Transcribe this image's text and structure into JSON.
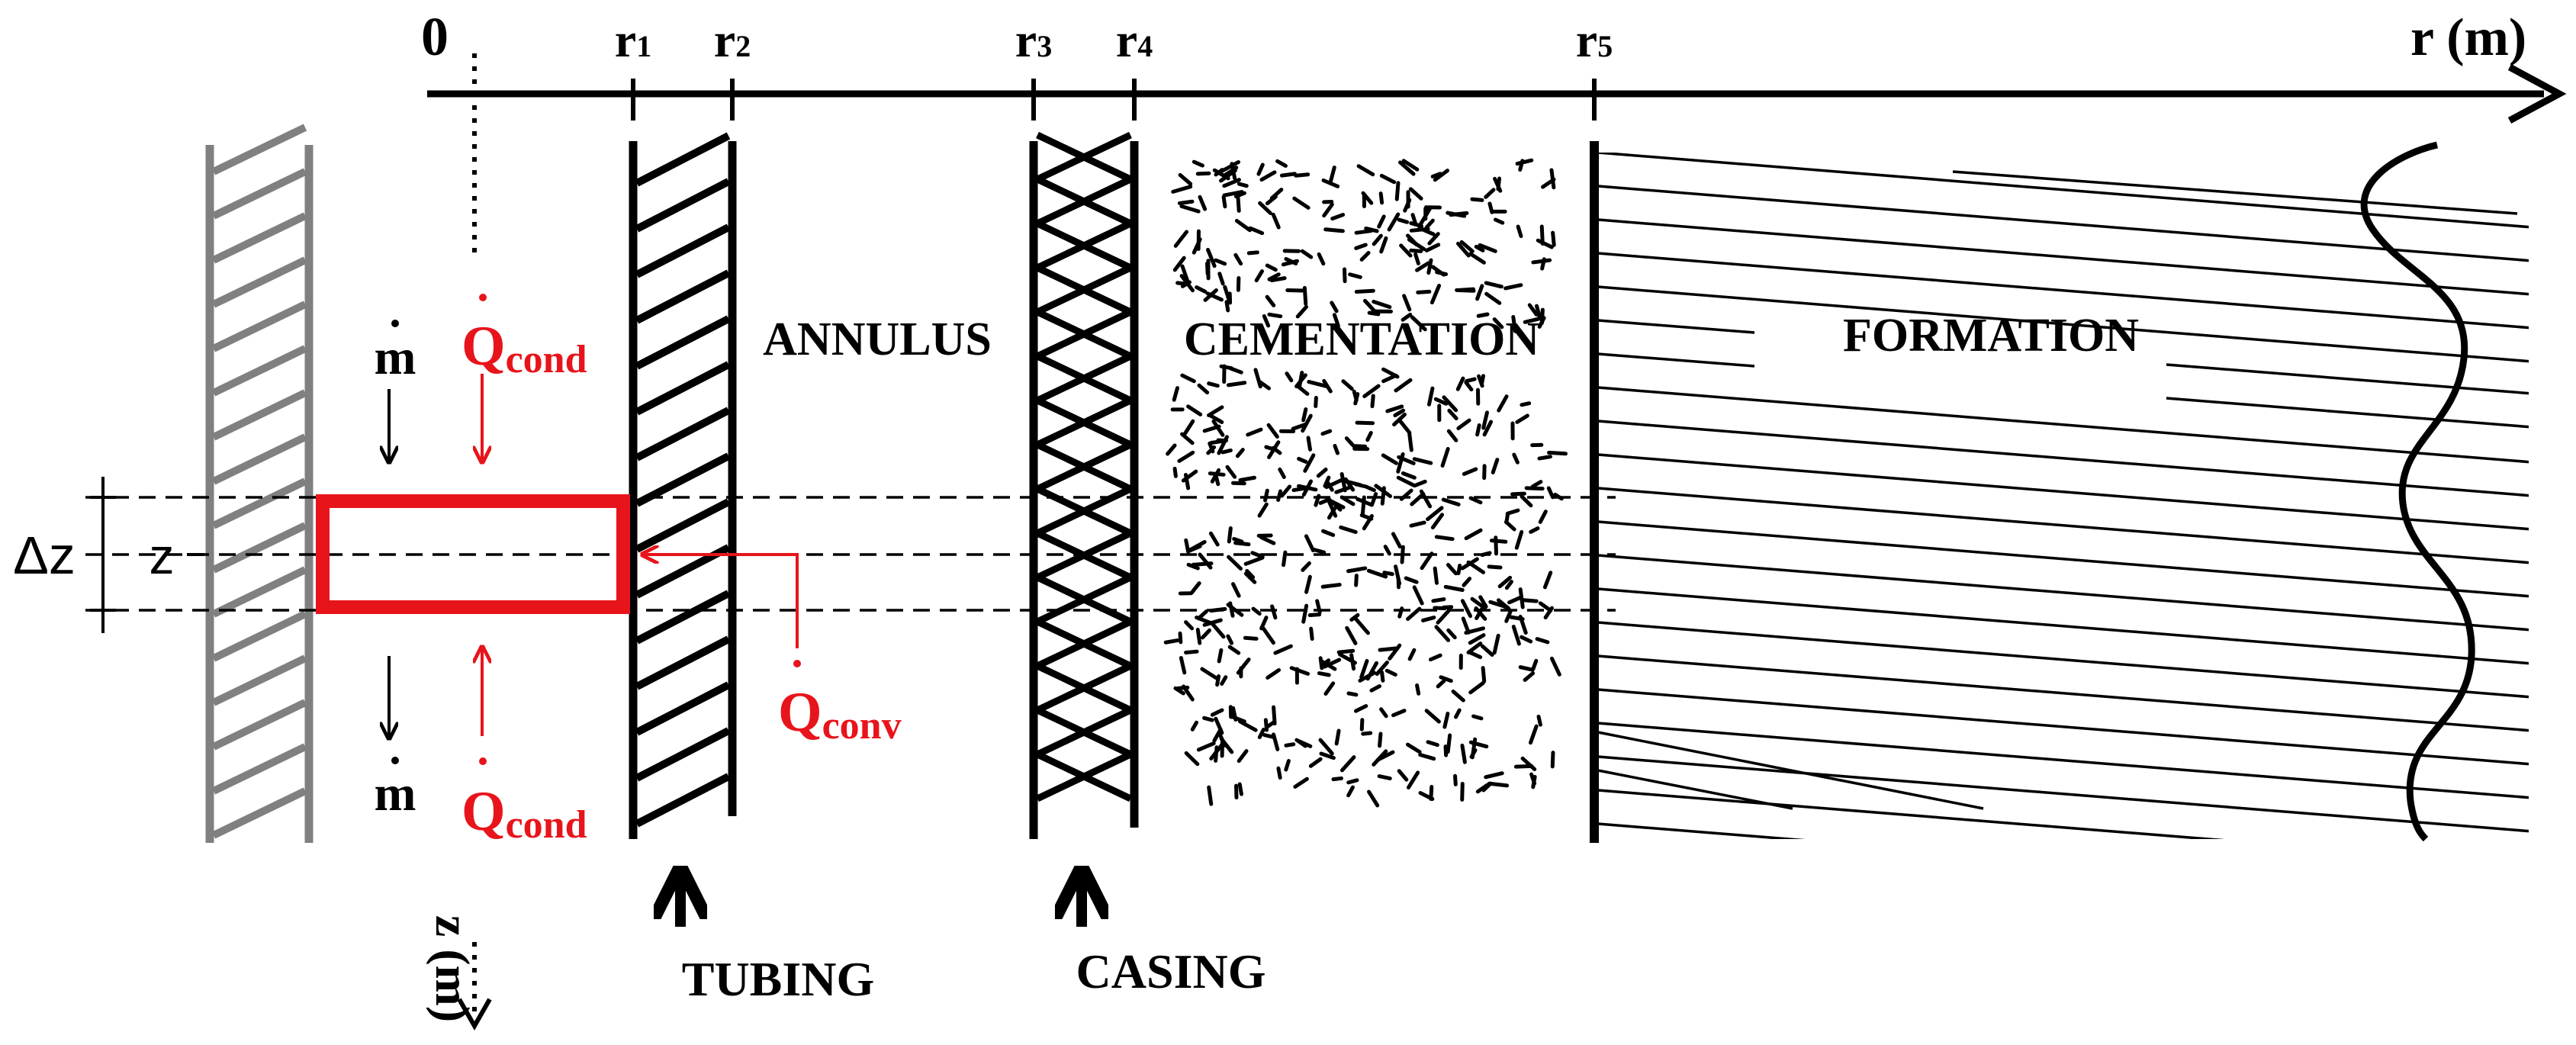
{
  "axis": {
    "origin_label": "0",
    "r_axis_label": "r (m)",
    "z_axis_label": "z (m)",
    "radii": [
      {
        "base": "r",
        "sub": "1"
      },
      {
        "base": "r",
        "sub": "2"
      },
      {
        "base": "r",
        "sub": "3"
      },
      {
        "base": "r",
        "sub": "4"
      },
      {
        "base": "r",
        "sub": "5"
      }
    ]
  },
  "regions": {
    "annulus": "ANNULUS",
    "cementation": "CEMENTATION",
    "formation": "FORMATION",
    "tubing": "TUBING",
    "casing": "CASING"
  },
  "control_volume": {
    "delta_z": "Δz",
    "z": "z",
    "mass_flow_symbol": "m",
    "q_symbol": "Q",
    "cond_subscript": "cond",
    "conv_subscript": "conv"
  },
  "colors": {
    "ink": "#000000",
    "heat": "#e8141b",
    "wall_gray": "#808080"
  }
}
